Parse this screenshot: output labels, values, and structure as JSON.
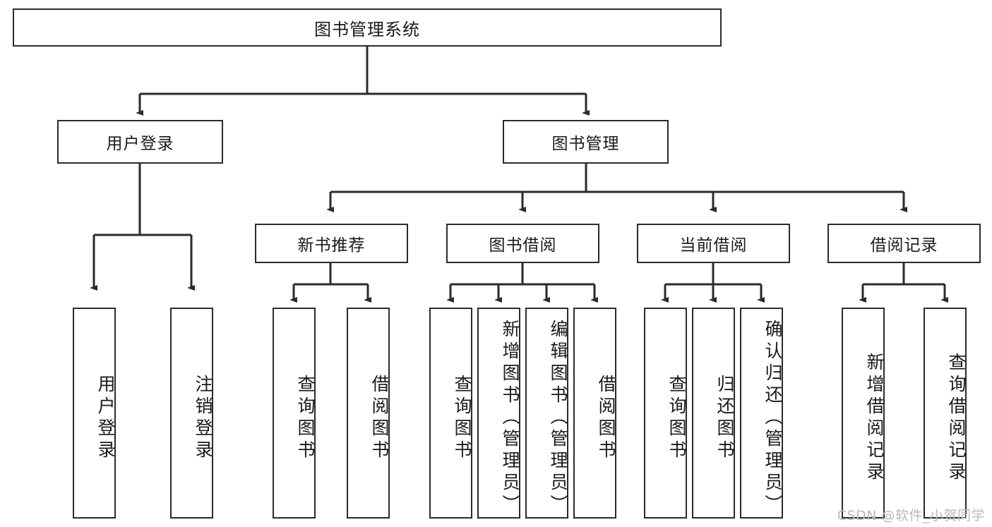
{
  "diagram": {
    "type": "tree-hierarchy",
    "title": "图书管理系统",
    "root": {
      "label": "图书管理系统"
    },
    "level2": [
      {
        "id": "user-login",
        "label": "用户登录"
      },
      {
        "id": "book-management",
        "label": "图书管理"
      }
    ],
    "level3": [
      {
        "id": "new-book-recommend",
        "label": "新书推荐",
        "parent": "book-management"
      },
      {
        "id": "book-borrow",
        "label": "图书借阅",
        "parent": "book-management"
      },
      {
        "id": "current-borrow",
        "label": "当前借阅",
        "parent": "book-management"
      },
      {
        "id": "borrow-record",
        "label": "借阅记录",
        "parent": "book-management"
      }
    ],
    "leaves": [
      {
        "id": "leaf-user-login",
        "label": "用户登录",
        "parent": "user-login"
      },
      {
        "id": "leaf-logout",
        "label": "注销登录",
        "parent": "user-login"
      },
      {
        "id": "leaf-query-book-1",
        "label": "查询图书",
        "parent": "new-book-recommend"
      },
      {
        "id": "leaf-borrow-book-1",
        "label": "借阅图书",
        "parent": "new-book-recommend"
      },
      {
        "id": "leaf-query-book-2",
        "label": "查询图书",
        "parent": "book-borrow"
      },
      {
        "id": "leaf-add-book",
        "label": "新增图书（管理员）",
        "parent": "book-borrow"
      },
      {
        "id": "leaf-edit-book",
        "label": "编辑图书（管理员）",
        "parent": "book-borrow"
      },
      {
        "id": "leaf-borrow-book-2",
        "label": "借阅图书",
        "parent": "book-borrow"
      },
      {
        "id": "leaf-query-book-3",
        "label": "查询图书",
        "parent": "current-borrow"
      },
      {
        "id": "leaf-return-book",
        "label": "归还图书",
        "parent": "current-borrow"
      },
      {
        "id": "leaf-confirm-return",
        "label": "确认归还（管理员）",
        "parent": "current-borrow"
      },
      {
        "id": "leaf-add-record",
        "label": "新增借阅记录",
        "parent": "borrow-record"
      },
      {
        "id": "leaf-query-record",
        "label": "查询借阅记录",
        "parent": "borrow-record"
      }
    ],
    "colors": {
      "stroke": "#2b2b2b",
      "fill": "#ffffff",
      "text": "#1a1a1a",
      "watermark": "#b9b9b9"
    }
  },
  "watermark": {
    "text": "CSDN @软件_小贺同学"
  }
}
